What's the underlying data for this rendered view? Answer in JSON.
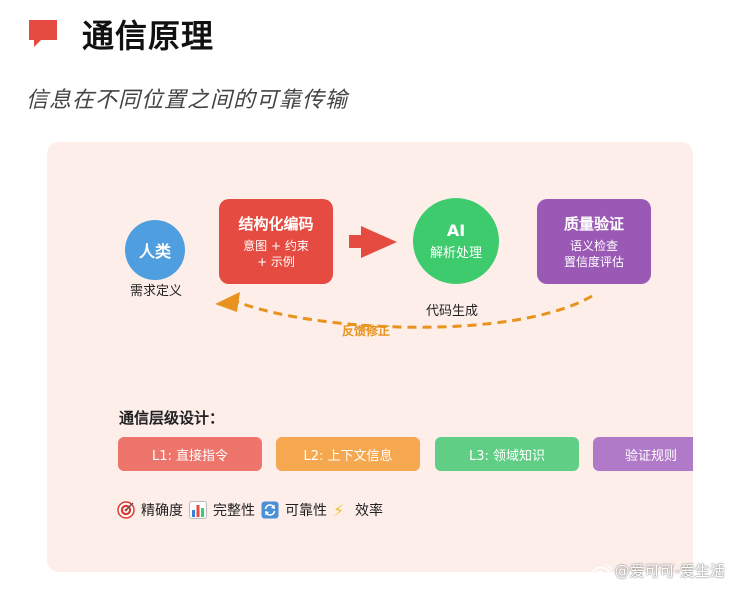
{
  "header": {
    "title": "通信原理",
    "subtitle": "信息在不同位置之间的可靠传输"
  },
  "diagram": {
    "human": {
      "label": "人类",
      "caption": "需求定义"
    },
    "encode": {
      "label": "结构化编码",
      "line1": "意图 + 约束",
      "line2": "+ 示例"
    },
    "ai": {
      "label": "AI",
      "sub": "解析处理"
    },
    "verify": {
      "label": "质量验证",
      "line1": "语义检查",
      "line2": "置信度评估"
    },
    "code_gen": "代码生成",
    "feedback": "反馈修正"
  },
  "layers": {
    "title": "通信层级设计：",
    "items": [
      {
        "label": "L1: 直接指令"
      },
      {
        "label": "L2: 上下文信息"
      },
      {
        "label": "L3: 领域知识"
      },
      {
        "label": "验证规则"
      }
    ]
  },
  "legend": {
    "items": [
      {
        "label": "精确度"
      },
      {
        "label": "完整性"
      },
      {
        "label": "可靠性"
      },
      {
        "label": "效率"
      }
    ]
  },
  "watermark": "@爱可可-爱生活",
  "colors": {
    "title_icon": "#e64b41",
    "panel_bg": "#fdeeea",
    "human": "#4f9ee0",
    "encode": "#e64b41",
    "ai": "#3ecb6e",
    "verify": "#9b59b6",
    "feedback": "#e8931e",
    "layer1": "#ee756c",
    "layer2": "#f5a850",
    "layer3": "#60cf85",
    "layer4": "#b07ac8"
  }
}
